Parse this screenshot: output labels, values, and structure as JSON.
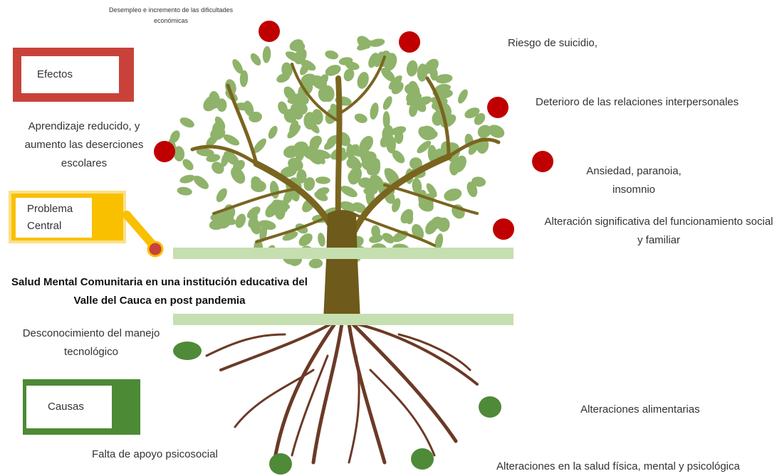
{
  "legend": {
    "effects": {
      "label": "Efectos",
      "color": "#c9423a"
    },
    "central": {
      "label": "Problema Central",
      "color": "#f9c000"
    },
    "causes": {
      "label": "Causas",
      "color": "#4d8a35"
    }
  },
  "central_problem": "Salud Mental Comunitaria en una  institución educativa del Valle del Cauca en post pandemia",
  "effects": [
    "Desempleo e incremento de las dificultades económicas",
    "Riesgo de suicidio,",
    "Deterioro de las relaciones interpersonales",
    "Aprendizaje reducido, y aumento las deserciones escolares",
    "Ansiedad, paranoia, insomnio",
    "Alteración significativa del funcionamiento social y familiar"
  ],
  "causes": [
    "Desconocimiento del manejo tecnológico",
    "Falta de apoyo psicosocial",
    "Alteraciones alimentarias",
    "Alteraciones en la salud física, mental y psicológica"
  ],
  "colors": {
    "fruit": "#c00000",
    "root_node": "#4f8a38",
    "leaf": "#8fb36a",
    "trunk": "#6e5a1a",
    "roots": "#6b3a26",
    "band": "#c6dfb1"
  }
}
